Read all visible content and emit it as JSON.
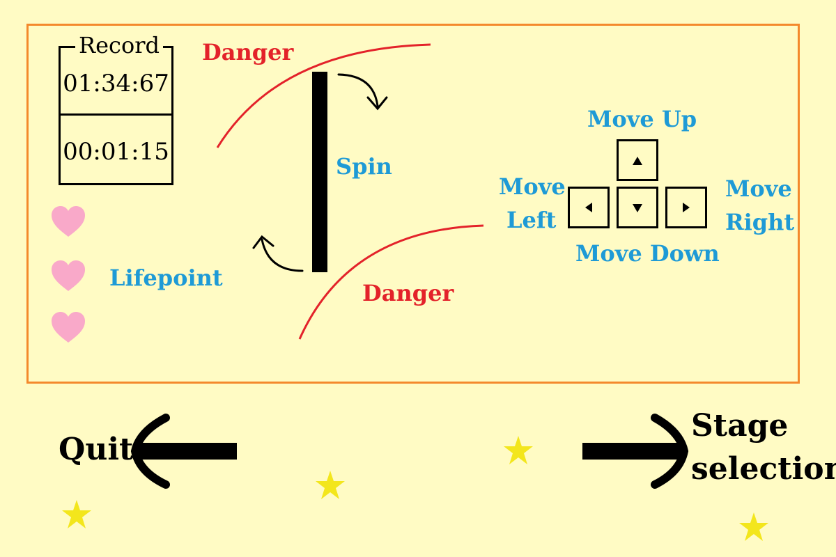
{
  "record": {
    "title": "Record",
    "best_time": "01:34:67",
    "current_time": "00:01:15"
  },
  "lifepoint": {
    "label": "Lifepoint",
    "hearts": 3,
    "color": "#f9a9c9"
  },
  "danger": {
    "top_label": "Danger",
    "bottom_label": "Danger",
    "color": "#e3222a"
  },
  "spin": {
    "label": "Spin"
  },
  "controls": {
    "up": "Move Up",
    "left_line1": "Move",
    "left_line2": "Left",
    "right_line1": "Move",
    "right_line2": "Right",
    "down": "Move Down",
    "up_key_icon": "triangle-up-icon",
    "left_key_icon": "triangle-left-icon",
    "down_key_icon": "triangle-down-icon",
    "right_key_icon": "triangle-right-icon"
  },
  "navigation": {
    "quit_label": "Quit",
    "stage_line1": "Stage",
    "stage_line2": "selection"
  },
  "colors": {
    "background": "#fffbc4",
    "panel_border": "#f4892c",
    "label_blue": "#1e9ad6",
    "star": "#f3e61c"
  }
}
